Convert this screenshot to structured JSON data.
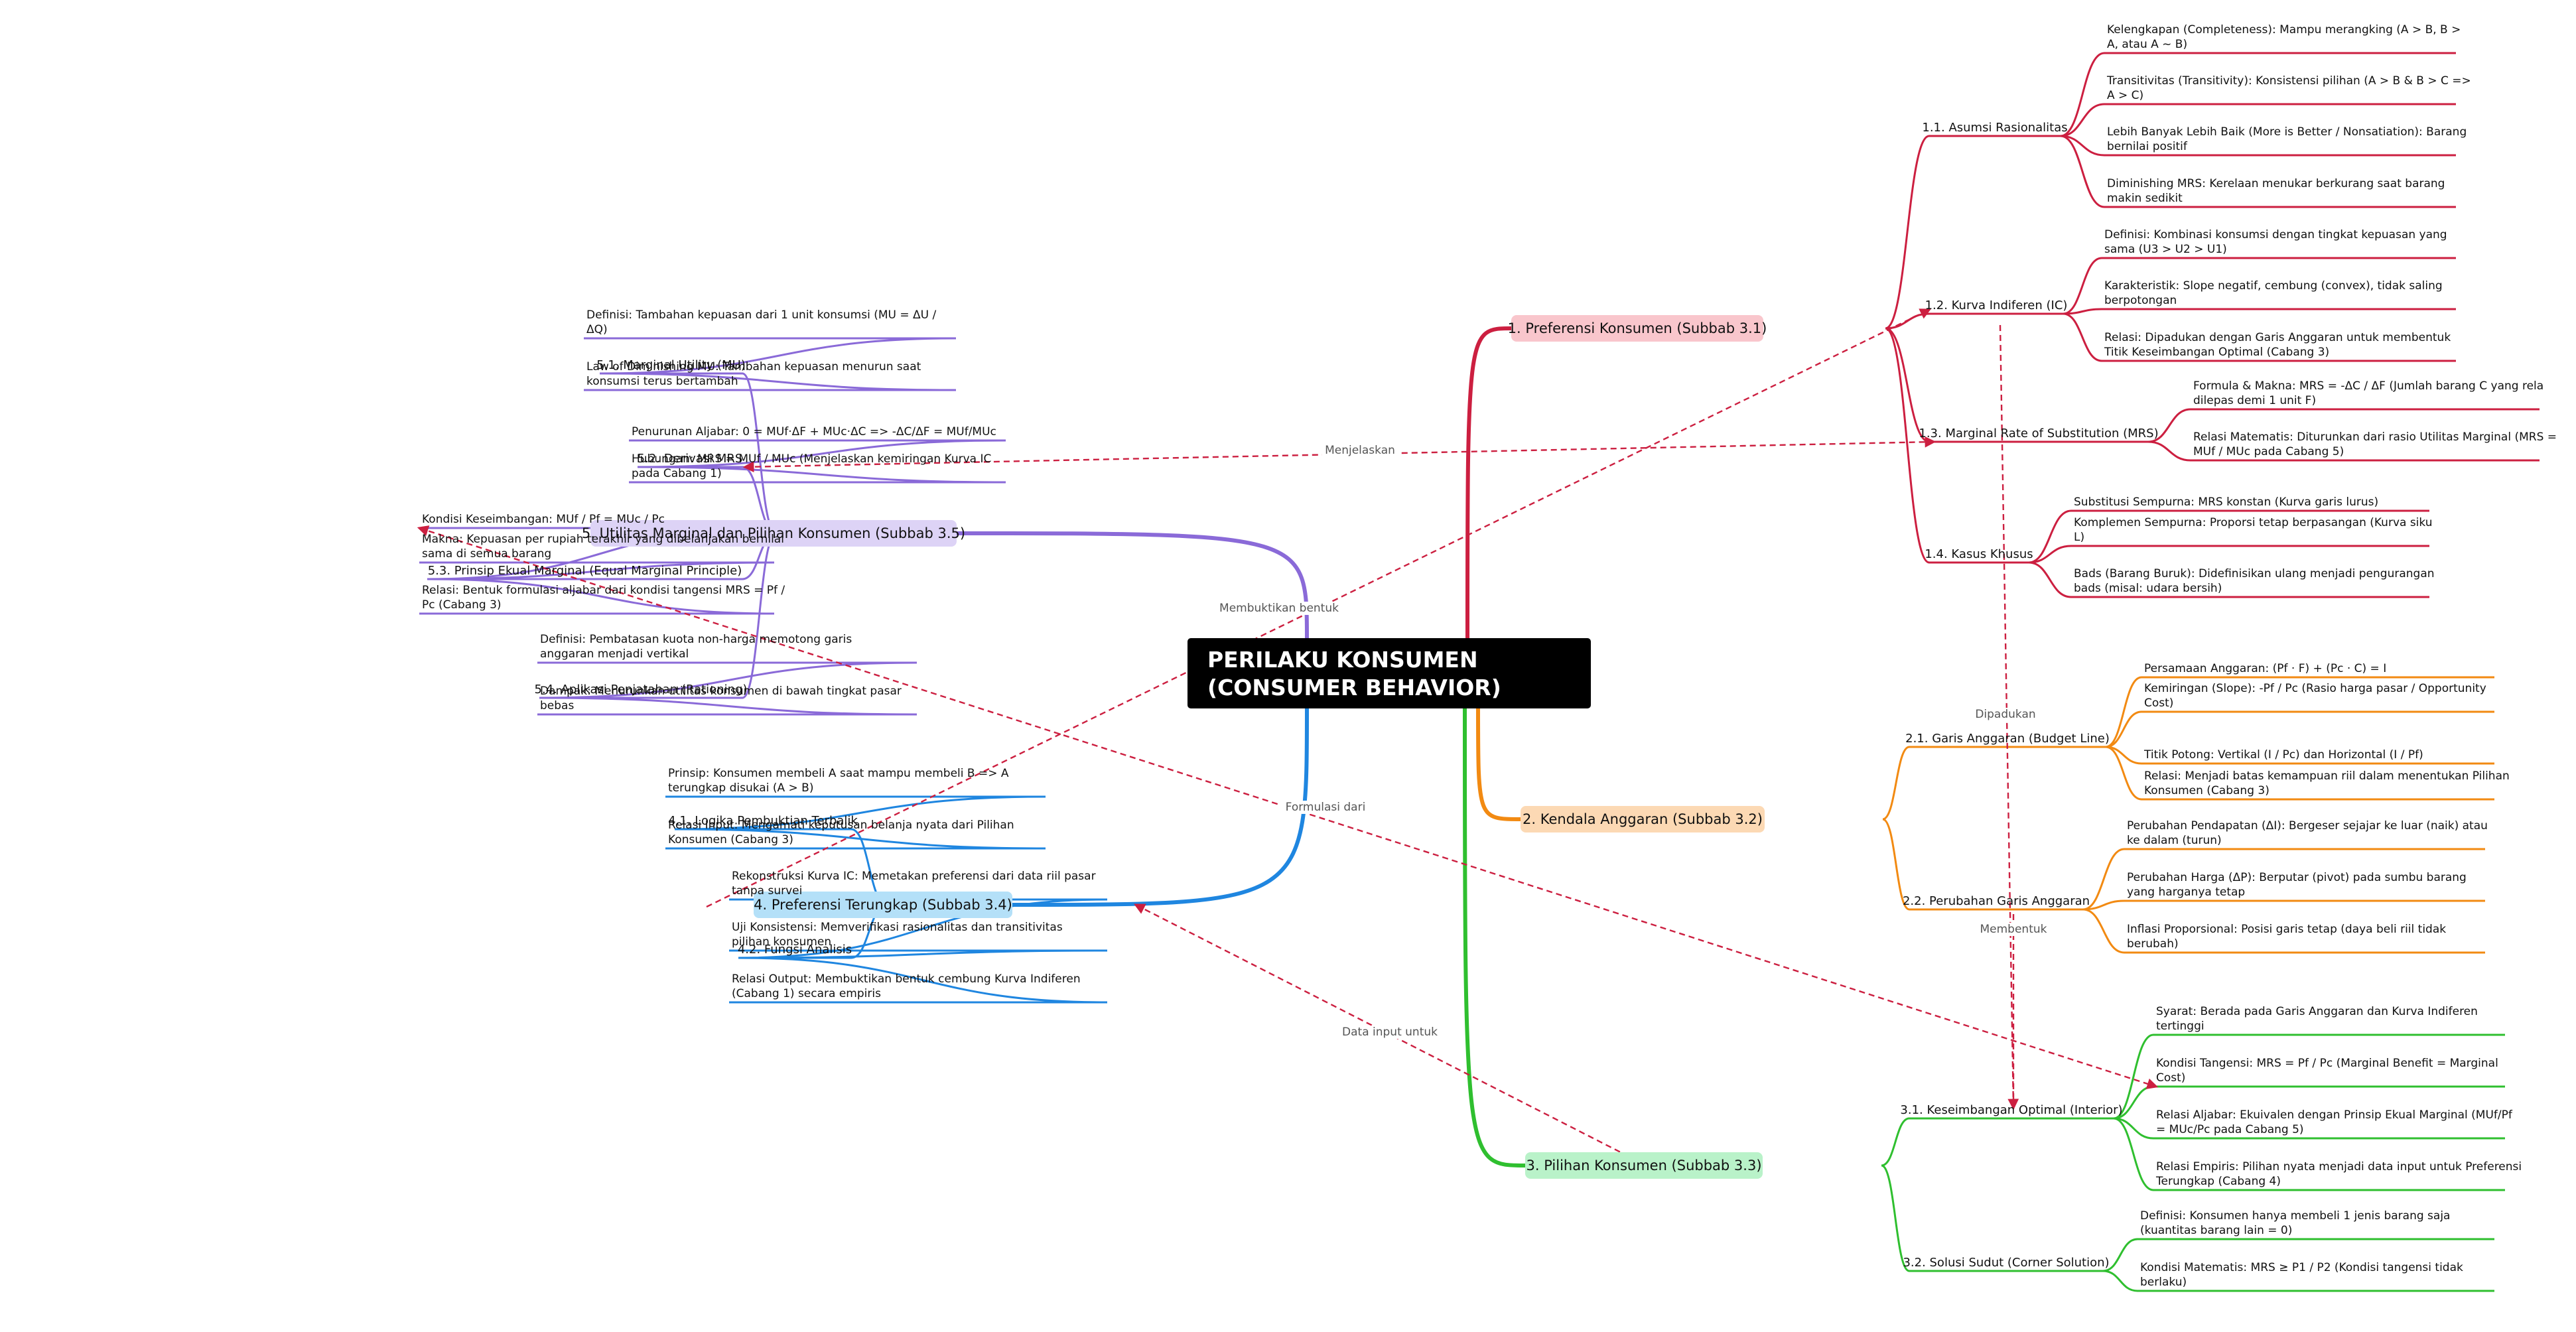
{
  "colors": {
    "background": "#ffffff",
    "root_bg": "#000000",
    "root_text": "#ffffff",
    "branch1": "#cc1f40",
    "branch1_fill": "#f9c6cc",
    "branch2": "#f28a12",
    "branch2_fill": "#fcd9b4",
    "branch3": "#2fbf2f",
    "branch3_fill": "#b9f2c9",
    "branch4": "#1f86e0",
    "branch4_fill": "#b4e0f8",
    "branch5": "#8a6ad8",
    "branch5_fill": "#ddd3f6",
    "cross_link": "#cc1f40",
    "edge_label": "#555555"
  },
  "root": {
    "line1": "PERILAKU KONSUMEN",
    "line2": "(CONSUMER BEHAVIOR)"
  },
  "branches": {
    "b1": {
      "label": "1. Preferensi Konsumen (Subbab 3.1)",
      "subs": {
        "s1": {
          "label": "1.1. Asumsi Rasionalitas",
          "leaves": [
            [
              "Kelengkapan (Completeness): Mampu merangking (A > B, B >",
              "A, atau A ~ B)"
            ],
            [
              "Transitivitas (Transitivity): Konsistensi pilihan (A > B & B > C =>",
              "A > C)"
            ],
            [
              "Lebih Banyak Lebih Baik (More is Better / Nonsatiation): Barang",
              "bernilai positif"
            ],
            [
              "Diminishing MRS: Kerelaan menukar berkurang saat barang",
              "makin sedikit"
            ]
          ]
        },
        "s2": {
          "label": "1.2. Kurva Indiferen (IC)",
          "leaves": [
            [
              "Definisi: Kombinasi konsumsi dengan tingkat kepuasan yang",
              "sama (U3 > U2 > U1)"
            ],
            [
              "Karakteristik: Slope negatif, cembung (convex), tidak saling",
              "berpotongan"
            ],
            [
              "Relasi: Dipadukan dengan Garis Anggaran untuk membentuk",
              "Titik Keseimbangan Optimal (Cabang 3)"
            ]
          ]
        },
        "s3": {
          "label": "1.3. Marginal Rate of Substitution (MRS)",
          "leaves": [
            [
              "Formula & Makna: MRS = -ΔC / ΔF (Jumlah barang C yang rela",
              "dilepas demi 1 unit F)"
            ],
            [
              "Relasi Matematis: Diturunkan dari rasio Utilitas Marginal (MRS =",
              "MUf / MUc pada Cabang 5)"
            ]
          ]
        },
        "s4": {
          "label": "1.4. Kasus Khusus",
          "leaves": [
            [
              "Substitusi Sempurna: MRS konstan (Kurva garis lurus)"
            ],
            [
              "Komplemen Sempurna: Proporsi tetap berpasangan (Kurva siku",
              "L)"
            ],
            [
              "Bads (Barang Buruk): Didefinisikan ulang menjadi pengurangan",
              "bads (misal: udara bersih)"
            ]
          ]
        }
      }
    },
    "b2": {
      "label": "2. Kendala Anggaran (Subbab 3.2)",
      "subs": {
        "s1": {
          "label": "2.1. Garis Anggaran (Budget Line)",
          "leaves": [
            [
              "Persamaan Anggaran: (Pf · F) + (Pc · C) = I"
            ],
            [
              "Kemiringan (Slope): -Pf / Pc (Rasio harga pasar / Opportunity",
              "Cost)"
            ],
            [
              "Titik Potong: Vertikal (I / Pc) dan Horizontal (I / Pf)"
            ],
            [
              "Relasi: Menjadi batas kemampuan riil dalam menentukan Pilihan",
              "Konsumen (Cabang 3)"
            ]
          ]
        },
        "s2": {
          "label": "2.2. Perubahan Garis Anggaran",
          "leaves": [
            [
              "Perubahan Pendapatan (ΔI): Bergeser sejajar ke luar (naik) atau",
              "ke dalam (turun)"
            ],
            [
              "Perubahan Harga (ΔP): Berputar (pivot) pada sumbu barang",
              "yang harganya tetap"
            ],
            [
              "Inflasi Proporsional: Posisi garis tetap (daya beli riil tidak",
              "berubah)"
            ]
          ]
        }
      }
    },
    "b3": {
      "label": "3. Pilihan Konsumen (Subbab 3.3)",
      "subs": {
        "s1": {
          "label": "3.1. Keseimbangan Optimal (Interior)",
          "leaves": [
            [
              "Syarat: Berada pada Garis Anggaran dan Kurva Indiferen",
              "tertinggi"
            ],
            [
              "Kondisi Tangensi: MRS = Pf / Pc (Marginal Benefit = Marginal",
              "Cost)"
            ],
            [
              "Relasi Aljabar: Ekuivalen dengan Prinsip Ekual Marginal (MUf/Pf",
              "= MUc/Pc pada Cabang 5)"
            ],
            [
              "Relasi Empiris: Pilihan nyata menjadi data input untuk Preferensi",
              "Terungkap (Cabang 4)"
            ]
          ]
        },
        "s2": {
          "label": "3.2. Solusi Sudut (Corner Solution)",
          "leaves": [
            [
              "Definisi: Konsumen hanya membeli 1 jenis barang saja",
              "(kuantitas barang lain = 0)"
            ],
            [
              "Kondisi Matematis: MRS ≥ P1 / P2 (Kondisi tangensi tidak",
              "berlaku)"
            ]
          ]
        }
      }
    },
    "b4": {
      "label": "4. Preferensi Terungkap (Subbab 3.4)",
      "subs": {
        "s1": {
          "label": "4.1. Logika Pembuktian Terbalik",
          "leaves": [
            [
              "Prinsip: Konsumen membeli A saat mampu membeli B => A",
              "terungkap disukai (A > B)"
            ],
            [
              "Relasi Input: Mengamati keputusan belanja nyata dari Pilihan",
              "Konsumen (Cabang 3)"
            ]
          ]
        },
        "s2": {
          "label": "4.2. Fungsi Analisis",
          "leaves": [
            [
              "Rekonstruksi Kurva IC: Memetakan preferensi dari data riil pasar",
              "tanpa survei"
            ],
            [
              "Uji Konsistensi: Memverifikasi rasionalitas dan transitivitas",
              "pilihan konsumen"
            ],
            [
              "Relasi Output: Membuktikan bentuk cembung Kurva Indiferen",
              "(Cabang 1) secara empiris"
            ]
          ]
        }
      }
    },
    "b5": {
      "label": "5. Utilitas Marginal dan Pilihan Konsumen (Subbab 3.5)",
      "subs": {
        "s1": {
          "label": "5.1. Marginal Utility (MU)",
          "leaves": [
            [
              "Definisi: Tambahan kepuasan dari 1 unit konsumsi (MU = ΔU /",
              "ΔQ)"
            ],
            [
              "Law of Diminishing MU: Tambahan kepuasan menurun saat",
              "konsumsi terus bertambah"
            ]
          ]
        },
        "s2": {
          "label": "5.2. Derivasi MRS",
          "leaves": [
            [
              "Penurunan Aljabar: 0 = MUf·ΔF + MUc·ΔC => -ΔC/ΔF = MUf/MUc"
            ],
            [
              "Hubungan: MRS = MUf / MUc (Menjelaskan kemiringan Kurva IC",
              "pada Cabang 1)"
            ]
          ]
        },
        "s3": {
          "label": "5.3. Prinsip Ekual Marginal (Equal Marginal Principle)",
          "leaves": [
            [
              "Kondisi Keseimbangan: MUf / Pf = MUc / Pc"
            ],
            [
              "Makna: Kepuasan per rupiah terakhir yang dibelanjakan bernilai",
              "sama di semua barang"
            ],
            [
              "Relasi: Bentuk formulasi aljabar dari kondisi tangensi MRS = Pf /",
              "Pc (Cabang 3)"
            ]
          ]
        },
        "s4": {
          "label": "5.4. Aplikasi Penjatahan (Rationing)",
          "leaves": [
            [
              "Definisi: Pembatasan kuota non-harga memotong garis",
              "anggaran menjadi vertikal"
            ],
            [
              "Dampak: Menurunkan utilitas konsumen di bawah tingkat pasar",
              "bebas"
            ]
          ]
        }
      }
    }
  },
  "edge_labels": {
    "menjelaskan": "Menjelaskan",
    "membuktikan": "Membuktikan bentuk",
    "dipadukan": "Dipadukan",
    "formulasi": "Formulasi dari",
    "membentuk": "Membentuk",
    "data_input": "Data input untuk"
  }
}
